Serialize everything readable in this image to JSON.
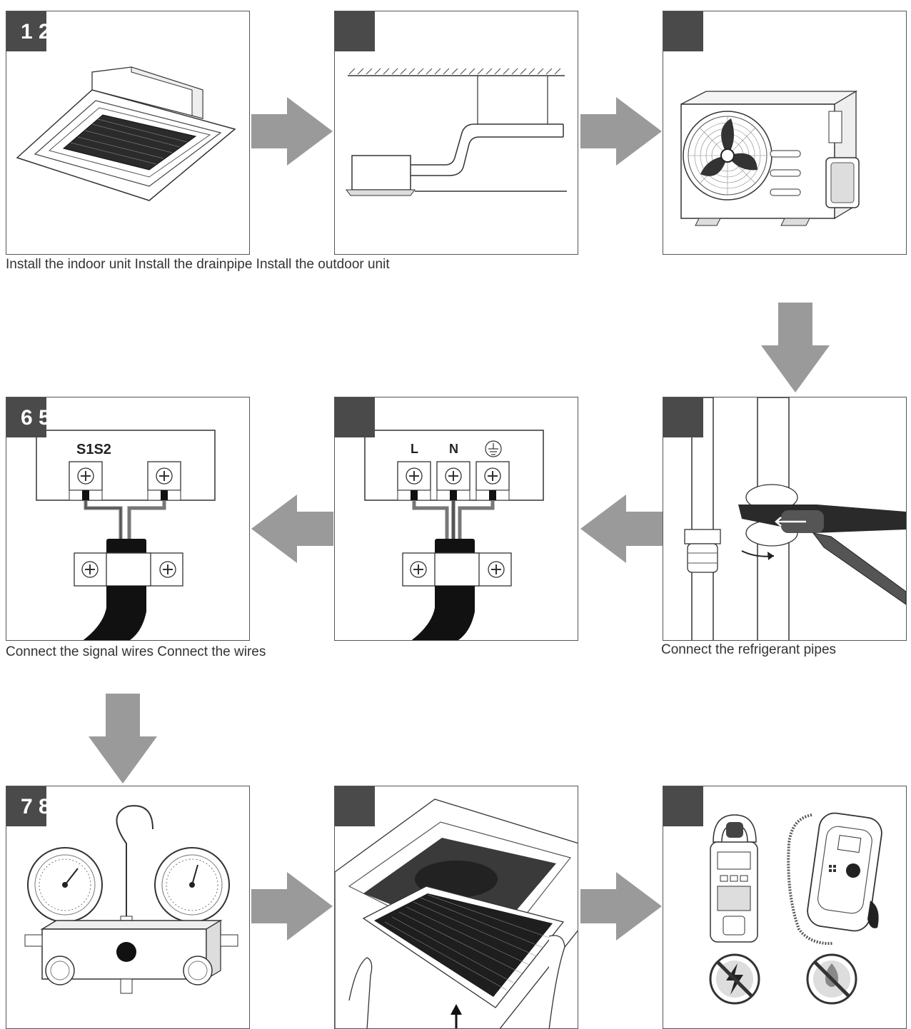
{
  "panels": [
    {
      "id": "p1",
      "tag": "1 2"
    },
    {
      "id": "p2",
      "tag": ""
    },
    {
      "id": "p3",
      "tag": ""
    },
    {
      "id": "p4",
      "tag": "6 5"
    },
    {
      "id": "p5",
      "tag": ""
    },
    {
      "id": "p6",
      "tag": ""
    },
    {
      "id": "p7",
      "tag": "7 8"
    },
    {
      "id": "p8",
      "tag": ""
    },
    {
      "id": "p9",
      "tag": ""
    }
  ],
  "captions": {
    "row1": "Install the indoor unit Install the drainpipe Install the outdoor unit",
    "row2_left": "Connect the signal wires Connect the wires",
    "row2_right": "Connect the refrigerant pipes"
  },
  "terminal_labels": {
    "signal": "S1S2",
    "live": "L",
    "neutral": "N"
  },
  "colors": {
    "arrow": "#9a9a9a",
    "tag": "#4a4a4a",
    "line": "#222222"
  }
}
